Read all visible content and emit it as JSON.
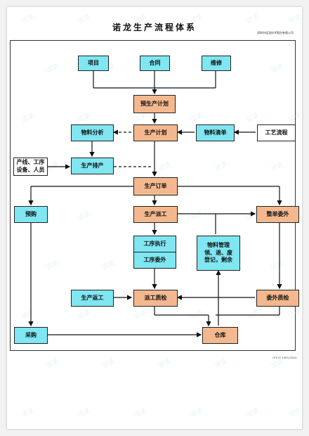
{
  "title": "诺龙生产流程体系",
  "company": "深圳市诺龙技术股份有限公司",
  "doc_code": "OTS-FF-19052700/1",
  "watermark": "试读",
  "nodes": {
    "xiangmu": "项目",
    "hetong": "合同",
    "weixiu": "维修",
    "yushengchan": "预生产计划",
    "shengchanjihua": "生产计划",
    "wuliaofenxi": "物料分析",
    "wuliaoqingdan": "物料清单",
    "gongyiliucheng": "工艺流程",
    "chanxian_line1": "产线、工序",
    "chanxian_line2": "设备、人员",
    "shengchanpaichan": "生产排产",
    "shengchandingdan": "生产订单",
    "yugou": "预购",
    "shengchanpaigong": "生产派工",
    "zhengdanweiwai": "整单委外",
    "gongxuzhixing": "工序执行",
    "gongxuweiwai": "工序委外",
    "wuliaoguanli_line1": "物料管理",
    "wuliaoguanli_line2": "领、退、废",
    "wuliaoguanli_line3": "登记，剩余",
    "shengchanfangong": "生产返工",
    "paigongzhijian": "派工质检",
    "weiwaizhijian": "委外质检",
    "caigou": "采购",
    "cangku": "仓库"
  },
  "colors": {
    "cyan": "#7fe6f2",
    "orange": "#f4b88f",
    "line": "#111111"
  }
}
